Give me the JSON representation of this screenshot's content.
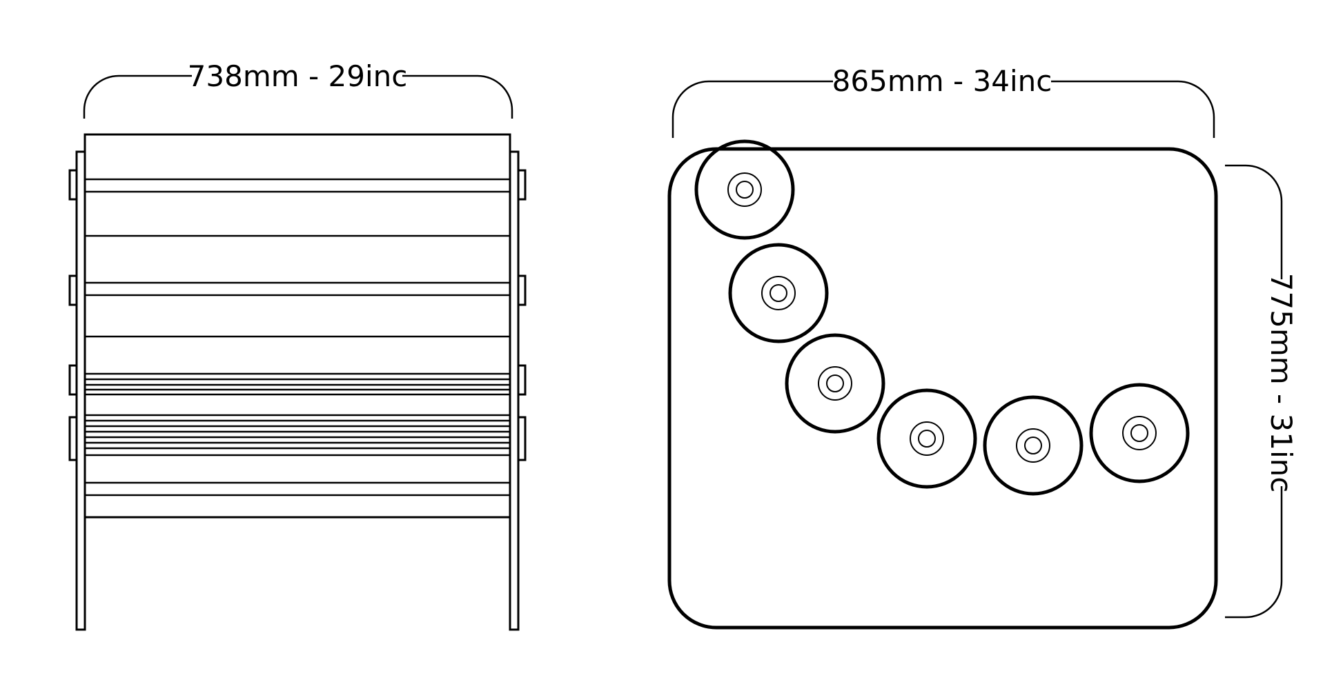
{
  "dimensions": {
    "front_width": "738mm - 29inc",
    "top_width": "865mm - 34inc",
    "top_depth": "775mm - 31inc"
  },
  "colors": {
    "stroke": "#000000",
    "background": "#ffffff"
  }
}
